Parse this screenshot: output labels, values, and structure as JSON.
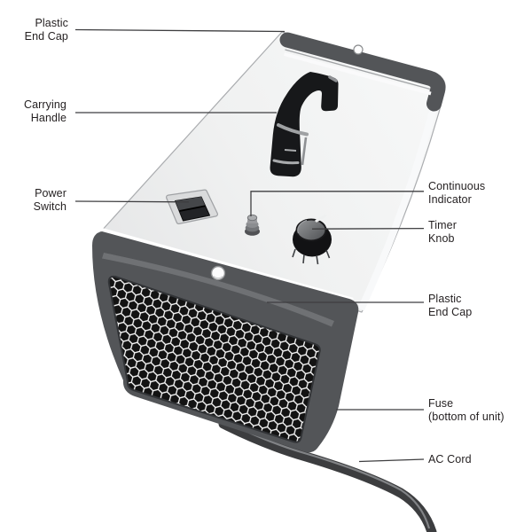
{
  "figure": {
    "kind": "labeled parts diagram",
    "subject": "portable electric heater"
  },
  "labels": {
    "plastic_end_cap_top": {
      "line1": "Plastic",
      "line2": "End Cap"
    },
    "carrying_handle": {
      "line1": "Carrying",
      "line2": "Handle"
    },
    "power_switch": {
      "line1": "Power",
      "line2": "Switch"
    },
    "continuous_indicator": {
      "line1": "Continuous",
      "line2": "Indicator"
    },
    "timer_knob": {
      "line1": "Timer",
      "line2": "Knob"
    },
    "plastic_end_cap_right": {
      "line1": "Plastic",
      "line2": "End Cap"
    },
    "fuse": {
      "line1": "Fuse",
      "line2": "(bottom of unit)"
    },
    "ac_cord": {
      "line1": "AC Cord"
    }
  },
  "colors": {
    "label_text": "#231F20",
    "callout_line": "#3E3E40",
    "end_cap": "#535558",
    "body_top_light": "#F0F1F1",
    "grille_background": "#131313",
    "grille_mesh": "#FFFFFF",
    "handle": "#17181A",
    "accent_stripe": "#6F7174",
    "cord": "#3C3D3F"
  }
}
